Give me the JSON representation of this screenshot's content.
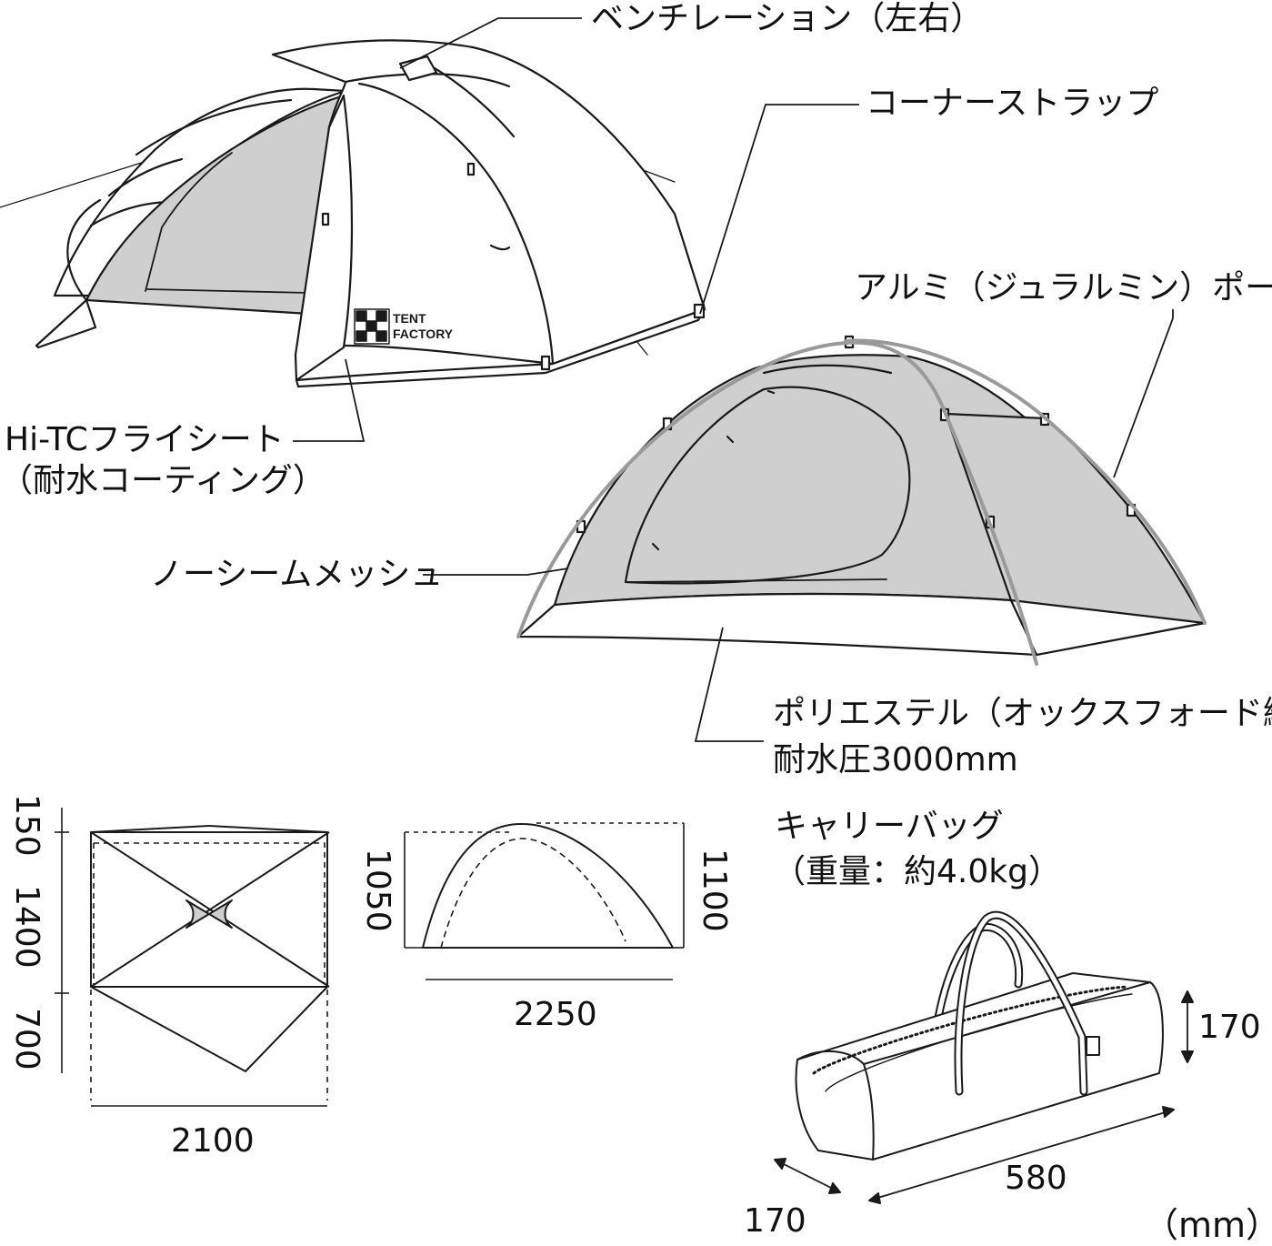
{
  "callouts": {
    "bench_vent": "ベンチレーション（左右）",
    "corner_strap": "コーナーストラップ",
    "pole": "アルミ（ジュラルミン）ポール",
    "fly_line1": "Hi-TCフライシート",
    "fly_line2": "（耐水コーティング）",
    "mesh": "ノーシームメッシュ",
    "floor_line1": "ポリエステル（オックスフォード織）",
    "floor_line2": "耐水圧3000mm",
    "bag_line1": "キャリーバッグ",
    "bag_line2": "（重量：約4.0kg）"
  },
  "logo": {
    "line1": "TENT",
    "line2": "FACTORY"
  },
  "dimensions": {
    "floor_plan": {
      "width": "2100",
      "d1": "150",
      "d2": "1400",
      "d3": "700"
    },
    "side_view": {
      "length": "2250",
      "inner_height": "1050",
      "outer_height": "1100"
    },
    "bag": {
      "length": "580",
      "depth": "170",
      "height": "170"
    },
    "unit": "（mm）"
  },
  "colors": {
    "line": "#1a1a1a",
    "mesh": "#cfcfcf",
    "pole": "#9a9a9a"
  }
}
